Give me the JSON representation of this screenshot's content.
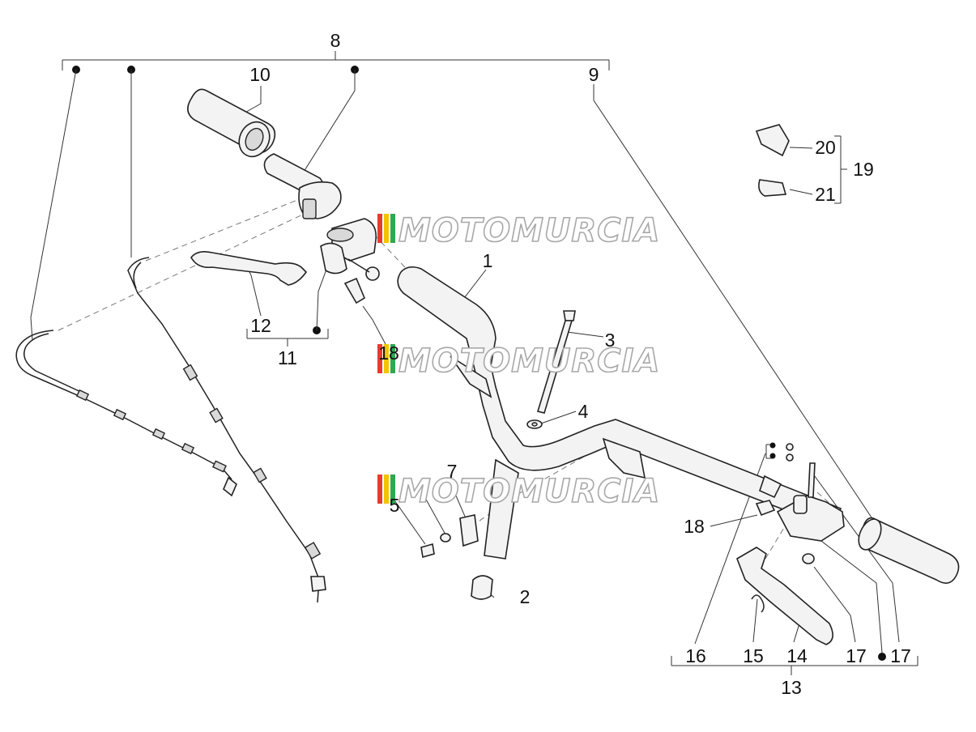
{
  "labels": {
    "l1": "1",
    "l2": "2",
    "l3": "3",
    "l4": "4",
    "l5": "5",
    "l7": "7",
    "l8": "8",
    "l9": "9",
    "l10": "10",
    "l11": "11",
    "l12": "12",
    "l13": "13",
    "l14": "14",
    "l15": "15",
    "l16": "16",
    "l17a": "17",
    "l17b": "17",
    "l18a": "18",
    "l18b": "18",
    "l19": "19",
    "l20": "20",
    "l21": "21"
  },
  "watermark": {
    "text": "MOTOMURCIA"
  },
  "colors": {
    "line": "#333333",
    "part_fill": "#f3f3f3",
    "watermark_red": "#e63b2e",
    "watermark_yellow": "#f2c400",
    "watermark_green": "#2fa84f"
  }
}
